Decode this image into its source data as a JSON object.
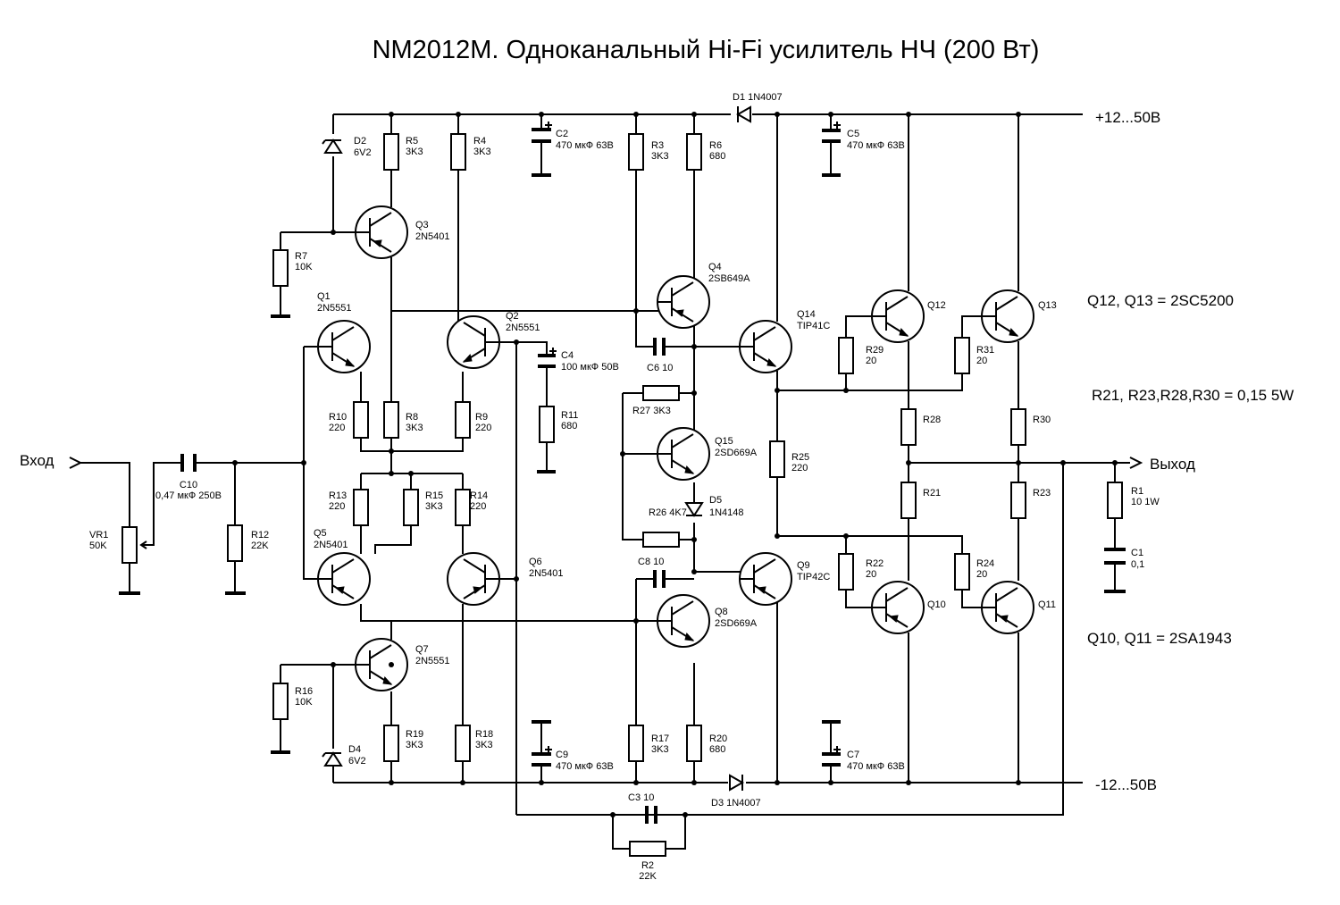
{
  "title": "NM2012M. Одноканальный Hi-Fi усилитель НЧ (200 Вт)",
  "rails": {
    "positive": "+12...50В",
    "negative": "-12...50В"
  },
  "io": {
    "input": "Вход",
    "output": "Выход"
  },
  "notes": [
    "Q12, Q13 = 2SC5200",
    "R21, R23,R28,R30 = 0,15 5W",
    "Q10, Q11 = 2SA1943"
  ],
  "resistors": [
    {
      "ref": "R5",
      "value": "3K3"
    },
    {
      "ref": "R4",
      "value": "3K3"
    },
    {
      "ref": "R3",
      "value": "3K3"
    },
    {
      "ref": "R6",
      "value": "680"
    },
    {
      "ref": "R7",
      "value": "10K"
    },
    {
      "ref": "R10",
      "value": "220"
    },
    {
      "ref": "R8",
      "value": "3K3"
    },
    {
      "ref": "R9",
      "value": "220"
    },
    {
      "ref": "R11",
      "value": "680"
    },
    {
      "ref": "R13",
      "value": "220"
    },
    {
      "ref": "R15",
      "value": "3K3"
    },
    {
      "ref": "R14",
      "value": "220"
    },
    {
      "ref": "R12",
      "value": "22K"
    },
    {
      "ref": "R16",
      "value": "10K"
    },
    {
      "ref": "R19",
      "value": "3K3"
    },
    {
      "ref": "R18",
      "value": "3K3"
    },
    {
      "ref": "R17",
      "value": "3K3"
    },
    {
      "ref": "R20",
      "value": "680"
    },
    {
      "ref": "R27",
      "value": "3K3"
    },
    {
      "ref": "R26",
      "value": "4K7"
    },
    {
      "ref": "R25",
      "value": "220"
    },
    {
      "ref": "R29",
      "value": "20"
    },
    {
      "ref": "R31",
      "value": "20"
    },
    {
      "ref": "R28",
      "value": ""
    },
    {
      "ref": "R30",
      "value": ""
    },
    {
      "ref": "R21",
      "value": ""
    },
    {
      "ref": "R23",
      "value": ""
    },
    {
      "ref": "R22",
      "value": "20"
    },
    {
      "ref": "R24",
      "value": "20"
    },
    {
      "ref": "R1",
      "value": "10 1W"
    },
    {
      "ref": "R2",
      "value": "22K"
    }
  ],
  "capacitors": [
    {
      "ref": "C2",
      "value": "470 мкФ 63В"
    },
    {
      "ref": "C5",
      "value": "470 мкФ 63В"
    },
    {
      "ref": "C4",
      "value": "100 мкФ 50В"
    },
    {
      "ref": "C6",
      "value": "10"
    },
    {
      "ref": "C8",
      "value": "10"
    },
    {
      "ref": "C9",
      "value": "470 мкФ 63В"
    },
    {
      "ref": "C7",
      "value": "470 мкФ 63В"
    },
    {
      "ref": "C10",
      "value": "0,47 мкФ 250В"
    },
    {
      "ref": "C1",
      "value": "0,1"
    },
    {
      "ref": "C3",
      "value": "10"
    }
  ],
  "transistors": [
    {
      "ref": "Q3",
      "type": "2N5401"
    },
    {
      "ref": "Q1",
      "type": "2N5551"
    },
    {
      "ref": "Q2",
      "type": "2N5551"
    },
    {
      "ref": "Q4",
      "type": "2SB649A"
    },
    {
      "ref": "Q14",
      "type": "TIP41C"
    },
    {
      "ref": "Q12",
      "type": ""
    },
    {
      "ref": "Q13",
      "type": ""
    },
    {
      "ref": "Q15",
      "type": "2SD669A"
    },
    {
      "ref": "Q5",
      "type": "2N5401"
    },
    {
      "ref": "Q6",
      "type": "2N5401"
    },
    {
      "ref": "Q9",
      "type": "TIP42C"
    },
    {
      "ref": "Q10",
      "type": ""
    },
    {
      "ref": "Q11",
      "type": ""
    },
    {
      "ref": "Q8",
      "type": "2SD669A"
    },
    {
      "ref": "Q7",
      "type": "2N5551"
    }
  ],
  "diodes": [
    {
      "ref": "D1",
      "value": "1N4007"
    },
    {
      "ref": "D2",
      "value": "6V2"
    },
    {
      "ref": "D5",
      "value": "1N4148"
    },
    {
      "ref": "D4",
      "value": "6V2"
    },
    {
      "ref": "D3",
      "value": "1N4007"
    }
  ],
  "pots": [
    {
      "ref": "VR1",
      "value": "50K"
    }
  ]
}
